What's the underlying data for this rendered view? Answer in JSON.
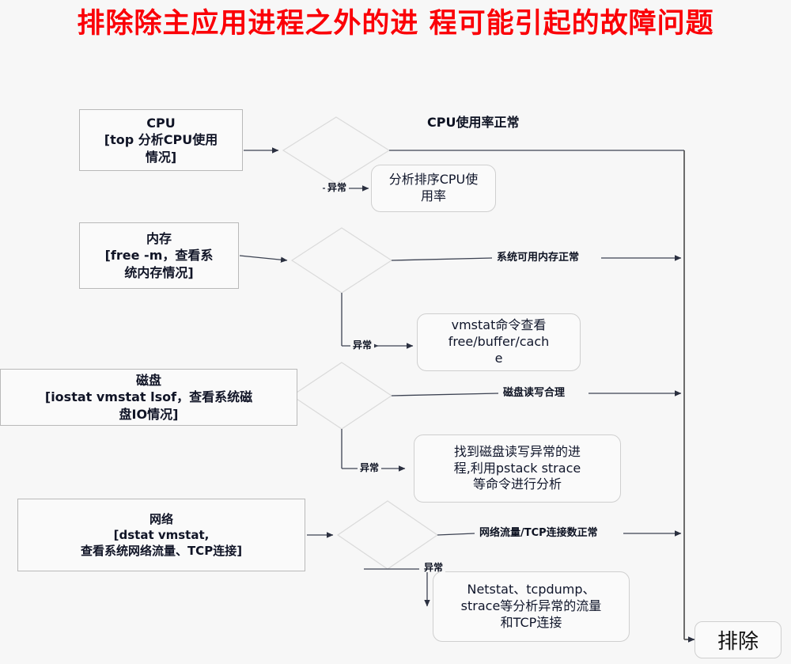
{
  "title": "排除除主应用进程之外的进\n程可能引起的故障问题",
  "title_color": "#fb0007",
  "sources": [
    {
      "id": "cpu",
      "label": "CPU\n[top 分析CPU使用\n情况]"
    },
    {
      "id": "mem",
      "label": "内存\n[free -m，查看系\n统内存情况]"
    },
    {
      "id": "disk",
      "label": "磁盘\n[iostat vmstat lsof，查看系统磁\n盘IO情况]"
    },
    {
      "id": "net",
      "label": "网络\n[dstat vmstat,\n查看系统网络流量、TCP连接]"
    }
  ],
  "normal_labels": {
    "cpu": "CPU使用率正常",
    "mem": "系统可用内存正常",
    "disk": "磁盘读写合理",
    "net": "网络流量/TCP连接数正常"
  },
  "abnormal_label": "异常",
  "outcomes": [
    {
      "id": "cpu-out",
      "label": "分析排序CPU使\n用率"
    },
    {
      "id": "mem-out",
      "label": "vmstat命令查看\nfree/buffer/cach\ne"
    },
    {
      "id": "disk-out",
      "label": "找到磁盘读写异常的进\n程,利用pstack strace\n等命令进行分析"
    },
    {
      "id": "net-out",
      "label": "Netstat、tcpdump、\nstrace等分析异常的流量\n和TCP连接"
    }
  ],
  "end_node": {
    "label": "排除"
  },
  "colors": {
    "background": "#f7f7f7",
    "node_fill": "#fafafa",
    "node_border": "#b9b9b9",
    "round_border": "#cfcfcf",
    "edge": "#3c4252",
    "diamond_border": "#d8d8d8",
    "title": "#fb0007"
  }
}
